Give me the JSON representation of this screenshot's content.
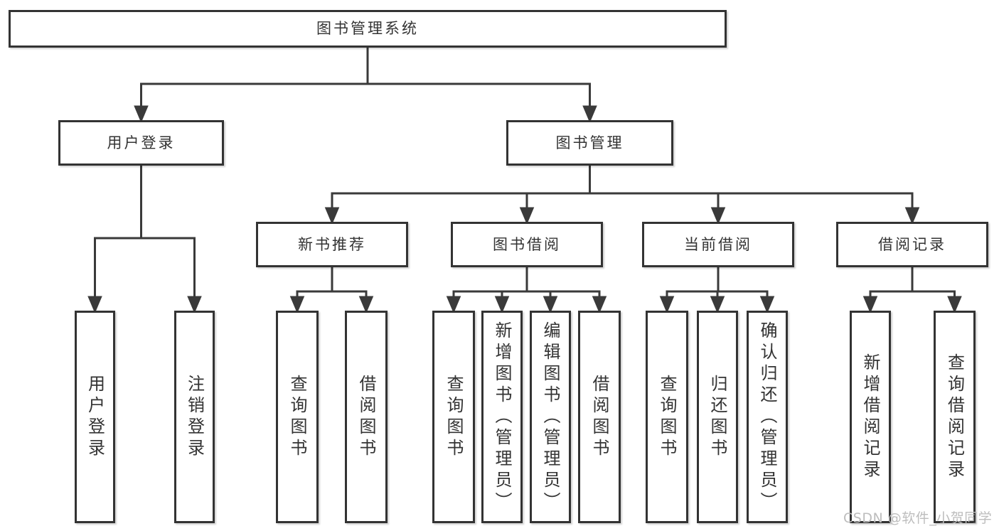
{
  "diagram_title": "图书管理系统",
  "tree": {
    "label": "图书管理系统",
    "children": [
      {
        "label": "用户登录",
        "children": [
          {
            "label": "用户登录"
          },
          {
            "label": "注销登录"
          }
        ]
      },
      {
        "label": "图书管理",
        "children": [
          {
            "label": "新书推荐",
            "children": [
              {
                "label": "查询图书"
              },
              {
                "label": "借阅图书"
              }
            ]
          },
          {
            "label": "图书借阅",
            "children": [
              {
                "label": "查询图书"
              },
              {
                "label": "新增图书（管理员）"
              },
              {
                "label": "编辑图书（管理员）"
              },
              {
                "label": "借阅图书"
              }
            ]
          },
          {
            "label": "当前借阅",
            "children": [
              {
                "label": "查询图书"
              },
              {
                "label": "归还图书"
              },
              {
                "label": "确认归还（管理员）"
              }
            ]
          },
          {
            "label": "借阅记录",
            "children": [
              {
                "label": "新增借阅记录"
              },
              {
                "label": "查询借阅记录"
              }
            ]
          }
        ]
      }
    ]
  },
  "watermark": "CSDN @软件_小贺同学",
  "colors": {
    "background": "#ffffff",
    "line": "#3a3a3a",
    "box_border": "#333333",
    "text": "#333333",
    "watermark": "#bdbdbd"
  }
}
